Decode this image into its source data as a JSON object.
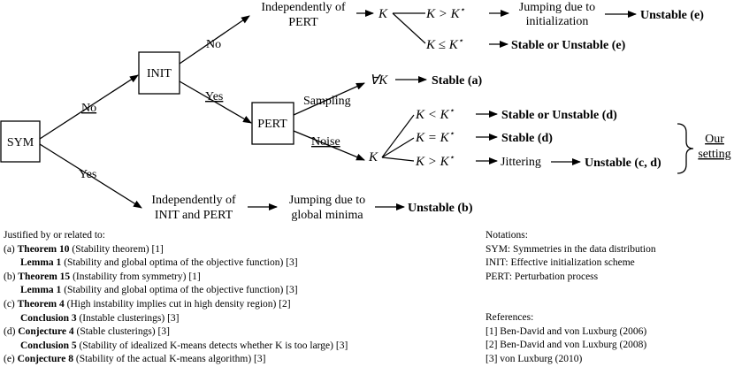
{
  "nodes": {
    "sym": "SYM",
    "init": "INIT",
    "pert": "PERT"
  },
  "edges": {
    "no_upper": "No",
    "no_lower": "No",
    "yes_upper": "Yes",
    "yes_lower": "Yes",
    "sampling": "Sampling",
    "noise": "Noise"
  },
  "texts": {
    "indep_pert_1": "Independently of",
    "indep_pert_2": "PERT",
    "k": "K",
    "k_gt": "K > K",
    "k_le": "K ≤ K",
    "k_lt": "K < K",
    "k_eq": "K = K",
    "k_gt2": "K > K",
    "star": "⋆",
    "jump_init_1": "Jumping due to",
    "jump_init_2": "initialization",
    "forall_k": "∀K",
    "jittering": "Jittering",
    "indep_both_1": "Independently of",
    "indep_both_2": "INIT and PERT",
    "jump_glob_1": "Jumping due to",
    "jump_glob_2": "global minima",
    "our_1": "Our",
    "our_2": "setting"
  },
  "outcomes": {
    "unstable_e": "Unstable (e)",
    "stable_unstable_e": "Stable or Unstable (e)",
    "stable_a": "Stable (a)",
    "stable_unstable_d": "Stable or Unstable (d)",
    "stable_d": "Stable (d)",
    "unstable_cd": "Unstable (c, d)",
    "unstable_b": "Unstable (b)"
  },
  "justified": {
    "heading": "Justified by or related to:",
    "lines": [
      {
        "prefix": "(a) ",
        "bold": "Theorem 10",
        "rest": " (Stability theorem) [1]",
        "indent": false
      },
      {
        "prefix": "",
        "bold": "Lemma 1",
        "rest": " (Stability and global optima of the objective function) [3]",
        "indent": true
      },
      {
        "prefix": "(b) ",
        "bold": "Theorem 15",
        "rest": " (Instability from symmetry) [1]",
        "indent": false
      },
      {
        "prefix": "",
        "bold": "Lemma 1",
        "rest": " (Stability and global optima of the objective function) [3]",
        "indent": true
      },
      {
        "prefix": "(c) ",
        "bold": "Theorem 4",
        "rest": " (High instability implies cut in high density region) [2]",
        "indent": false
      },
      {
        "prefix": "",
        "bold": "Conclusion 3",
        "rest": " (Instable clusterings) [3]",
        "indent": true
      },
      {
        "prefix": "(d) ",
        "bold": "Conjecture 4",
        "rest": " (Stable clusterings) [3]",
        "indent": false
      },
      {
        "prefix": "",
        "bold": "Conclusion 5",
        "rest": " (Stability of idealized K-means detects whether K is too large) [3]",
        "indent": true
      },
      {
        "prefix": "(e) ",
        "bold": "Conjecture 8",
        "rest": " (Stability of the actual K-means algorithm) [3]",
        "indent": false
      }
    ]
  },
  "notations": {
    "heading": "Notations:",
    "lines": [
      "SYM: Symmetries in the data distribution",
      "INIT: Effective initialization scheme",
      "PERT: Perturbation process"
    ]
  },
  "references": {
    "heading": "References:",
    "lines": [
      "[1] Ben-David and von Luxburg (2006)",
      "[2] Ben-David and von Luxburg (2008)",
      "[3] von Luxburg (2010)"
    ]
  }
}
